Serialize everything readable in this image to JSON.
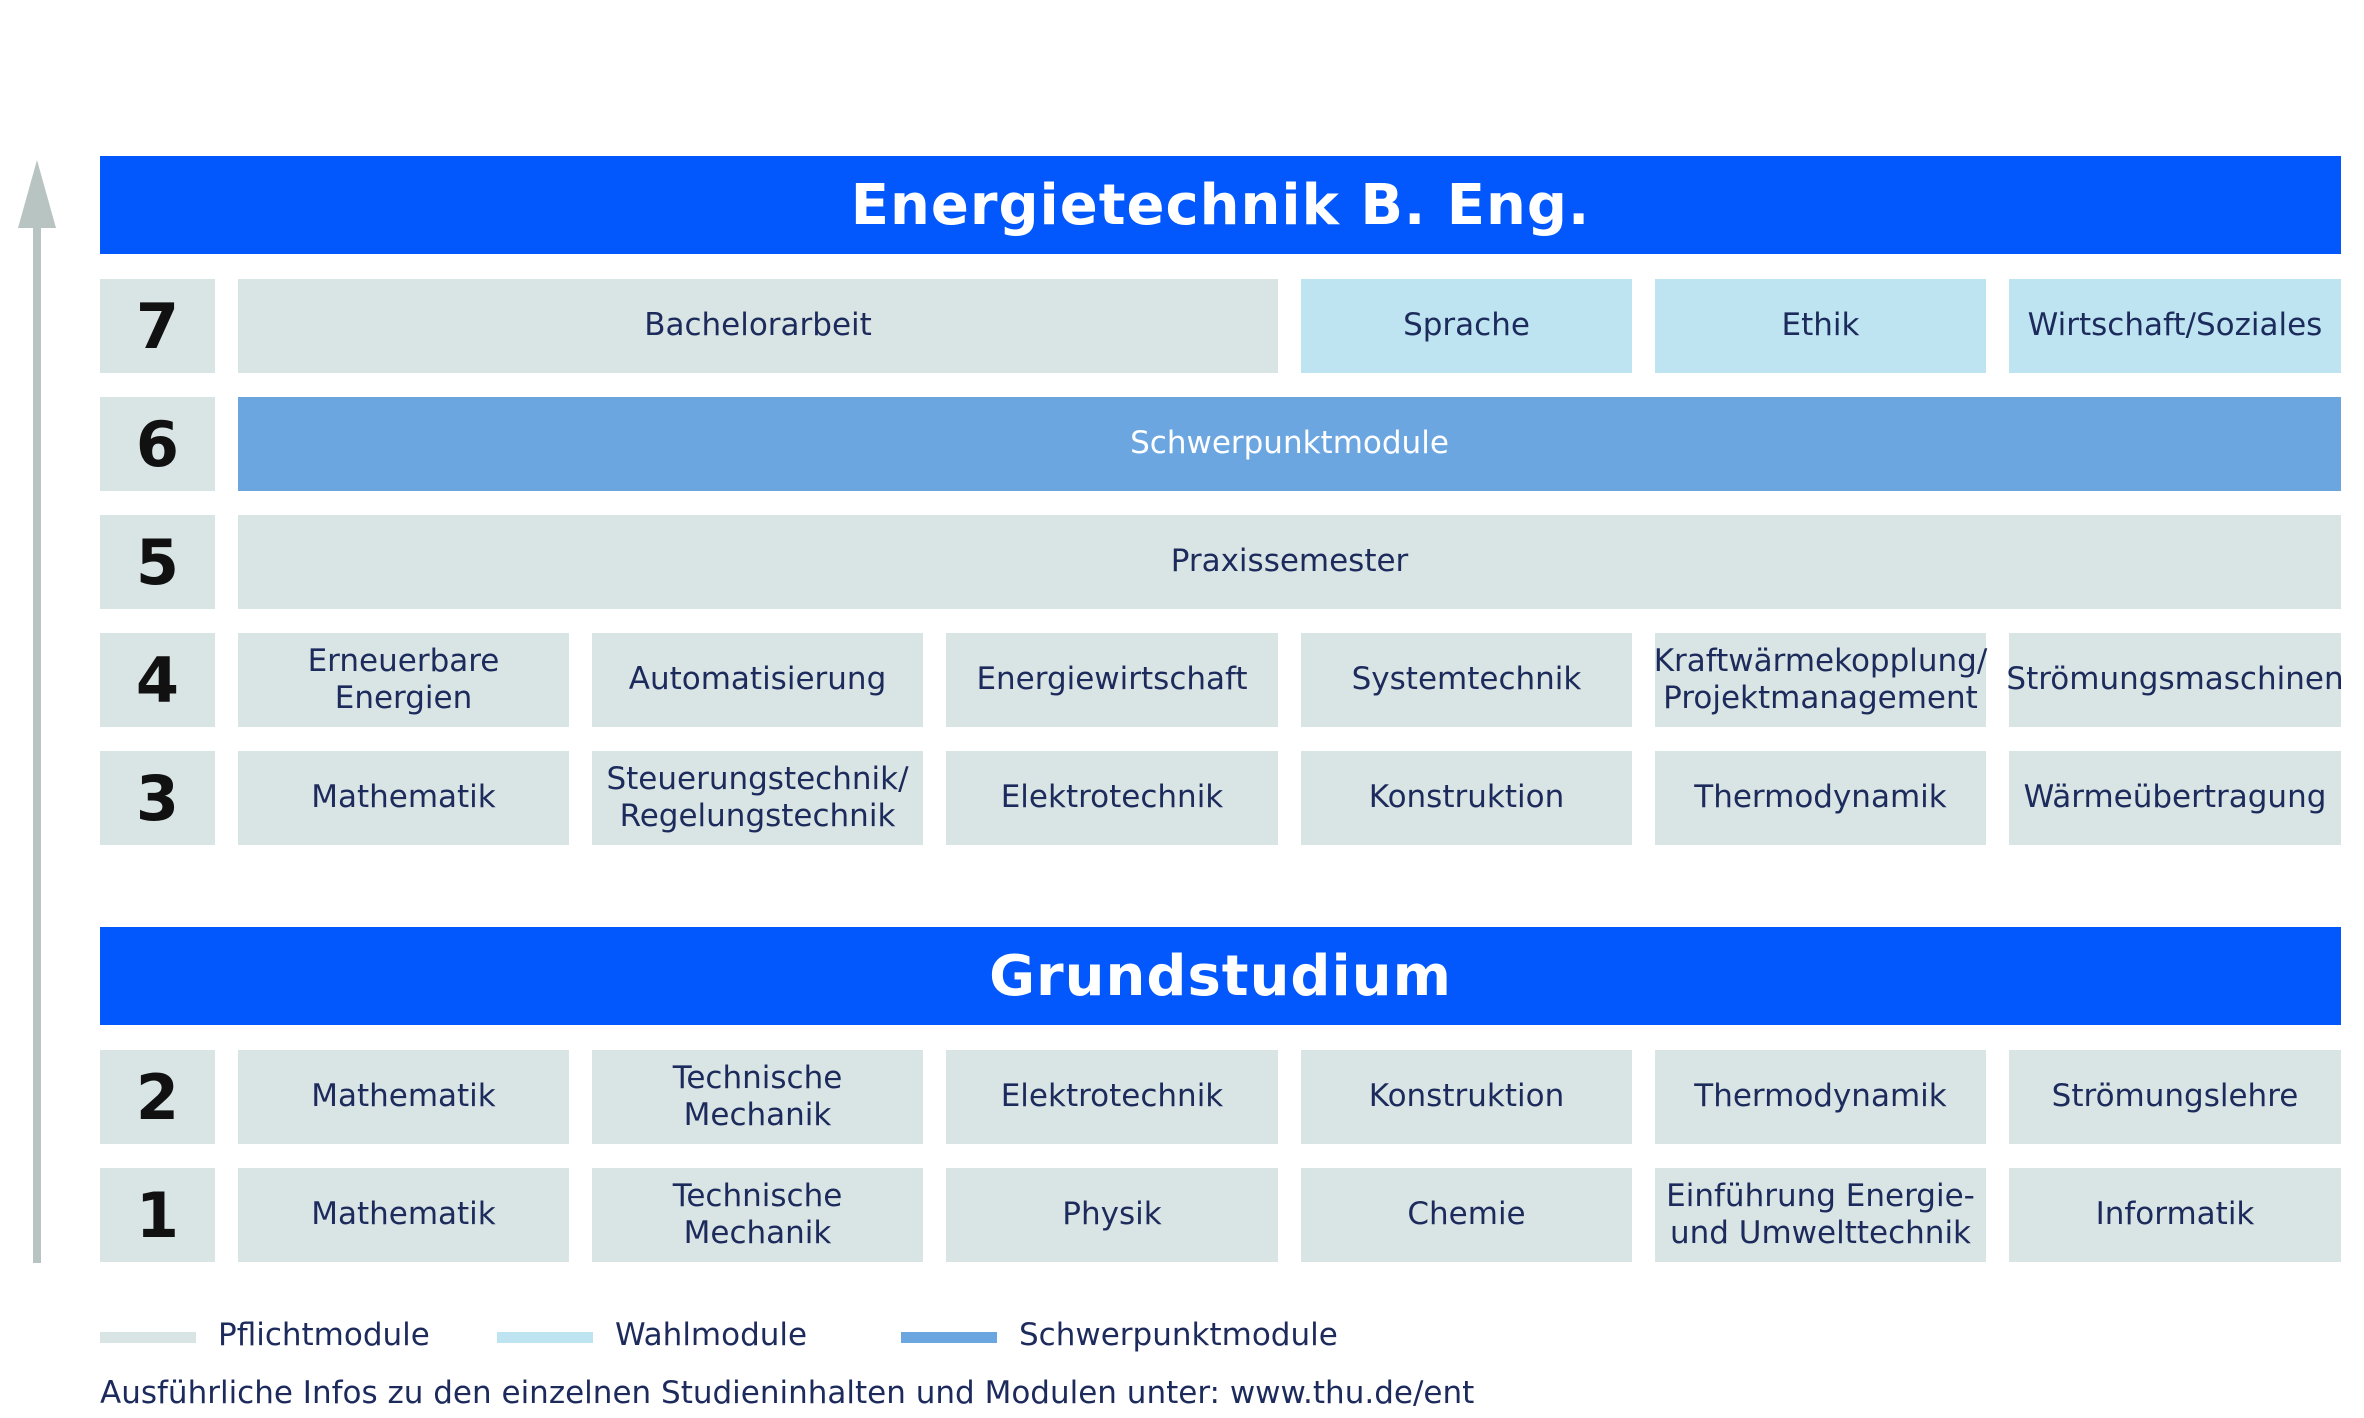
{
  "banners": {
    "top_title": "Energietechnik B. Eng.",
    "bottom_title": "Grundstudium"
  },
  "semesters": {
    "s7": {
      "number": "7",
      "modules": [
        "Bachelorarbeit",
        "Sprache",
        "Ethik",
        "Wirtschaft/Soziales"
      ]
    },
    "s6": {
      "number": "6",
      "modules": [
        "Schwerpunktmodule"
      ]
    },
    "s5": {
      "number": "5",
      "modules": [
        "Praxissemester"
      ]
    },
    "s4": {
      "number": "4",
      "modules": [
        "Erneuerbare Energien",
        "Automatisierung",
        "Energiewirtschaft",
        "Systemtechnik",
        "Kraftwärmekopplung/\nProjektmanagement",
        "Strömungsmaschinen"
      ]
    },
    "s3": {
      "number": "3",
      "modules": [
        "Mathematik",
        "Steuerungstechnik/\nRegelungstechnik",
        "Elektrotechnik",
        "Konstruktion",
        "Thermodynamik",
        "Wärmeübertragung"
      ]
    },
    "s2": {
      "number": "2",
      "modules": [
        "Mathematik",
        "Technische Mechanik",
        "Elektrotechnik",
        "Konstruktion",
        "Thermodynamik",
        "Strömungslehre"
      ]
    },
    "s1": {
      "number": "1",
      "modules": [
        "Mathematik",
        "Technische Mechanik",
        "Physik",
        "Chemie",
        "Einführung Energie-\nund Umwelttechnik",
        "Informatik"
      ]
    }
  },
  "legend": {
    "pflicht": "Pflichtmodule",
    "wahl": "Wahlmodule",
    "schwerpunkt": "Schwerpunktmodule"
  },
  "footer": {
    "note": "Ausführliche Infos zu den einzelnen Studieninhalten und Modulen unter: www.thu.de/ent"
  },
  "colors": {
    "banner": "#0258fd",
    "pflicht": "#d9e4e4",
    "wahl": "#bde4f0",
    "schwerpunkt": "#6ba6e1",
    "arrow": "#b7c4c2",
    "text": "#1d2b5c"
  }
}
